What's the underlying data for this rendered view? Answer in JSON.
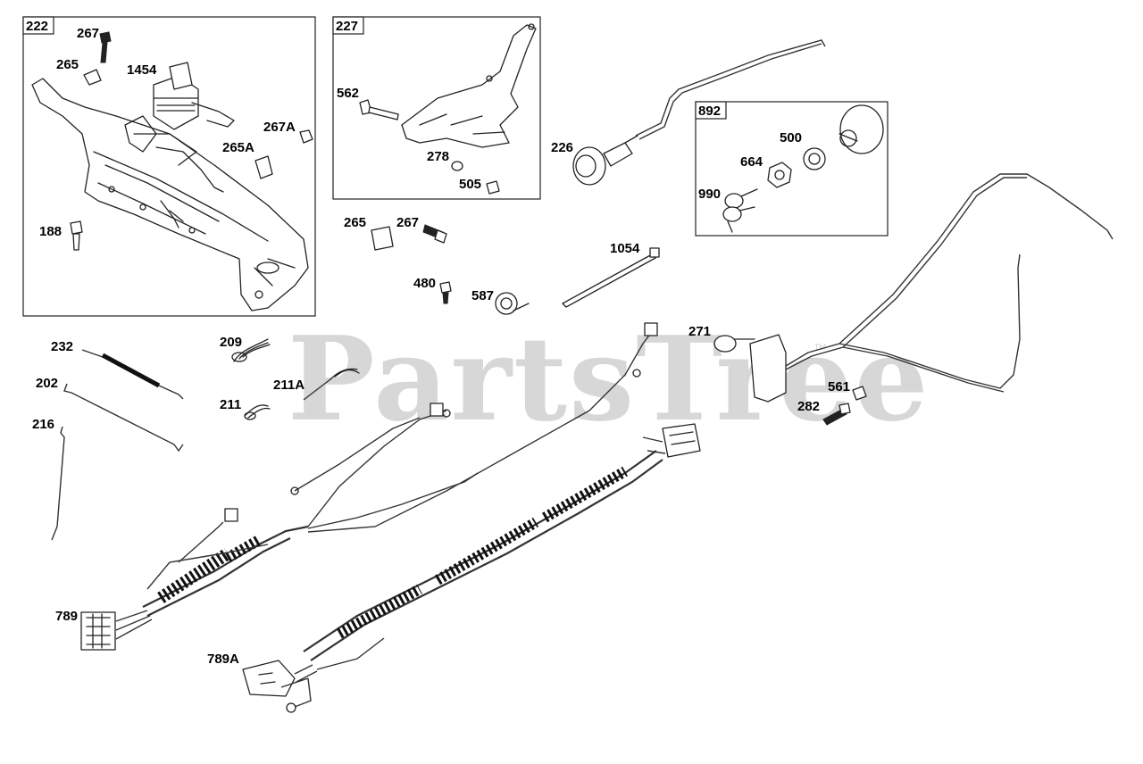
{
  "watermark": {
    "text": "PartsTree",
    "trademark": "TM"
  },
  "group_boxes": [
    {
      "id": "222"
    },
    {
      "id": "227"
    },
    {
      "id": "892"
    }
  ],
  "callouts": {
    "p267a": "267",
    "p265a": "265",
    "p1454": "1454",
    "p267A": "267A",
    "p265A": "265A",
    "p188": "188",
    "p562": "562",
    "p278": "278",
    "p505": "505",
    "p226": "226",
    "p500": "500",
    "p664": "664",
    "p990": "990",
    "p265b": "265",
    "p267b": "267",
    "p480": "480",
    "p587": "587",
    "p1054": "1054",
    "p232": "232",
    "p209": "209",
    "p202": "202",
    "p211A": "211A",
    "p211": "211",
    "p216": "216",
    "p271": "271",
    "p561": "561",
    "p282": "282",
    "p789": "789",
    "p789A": "789A"
  },
  "colors": {
    "line": "#222222",
    "watermark": "#d7d7d7",
    "background": "#ffffff"
  }
}
